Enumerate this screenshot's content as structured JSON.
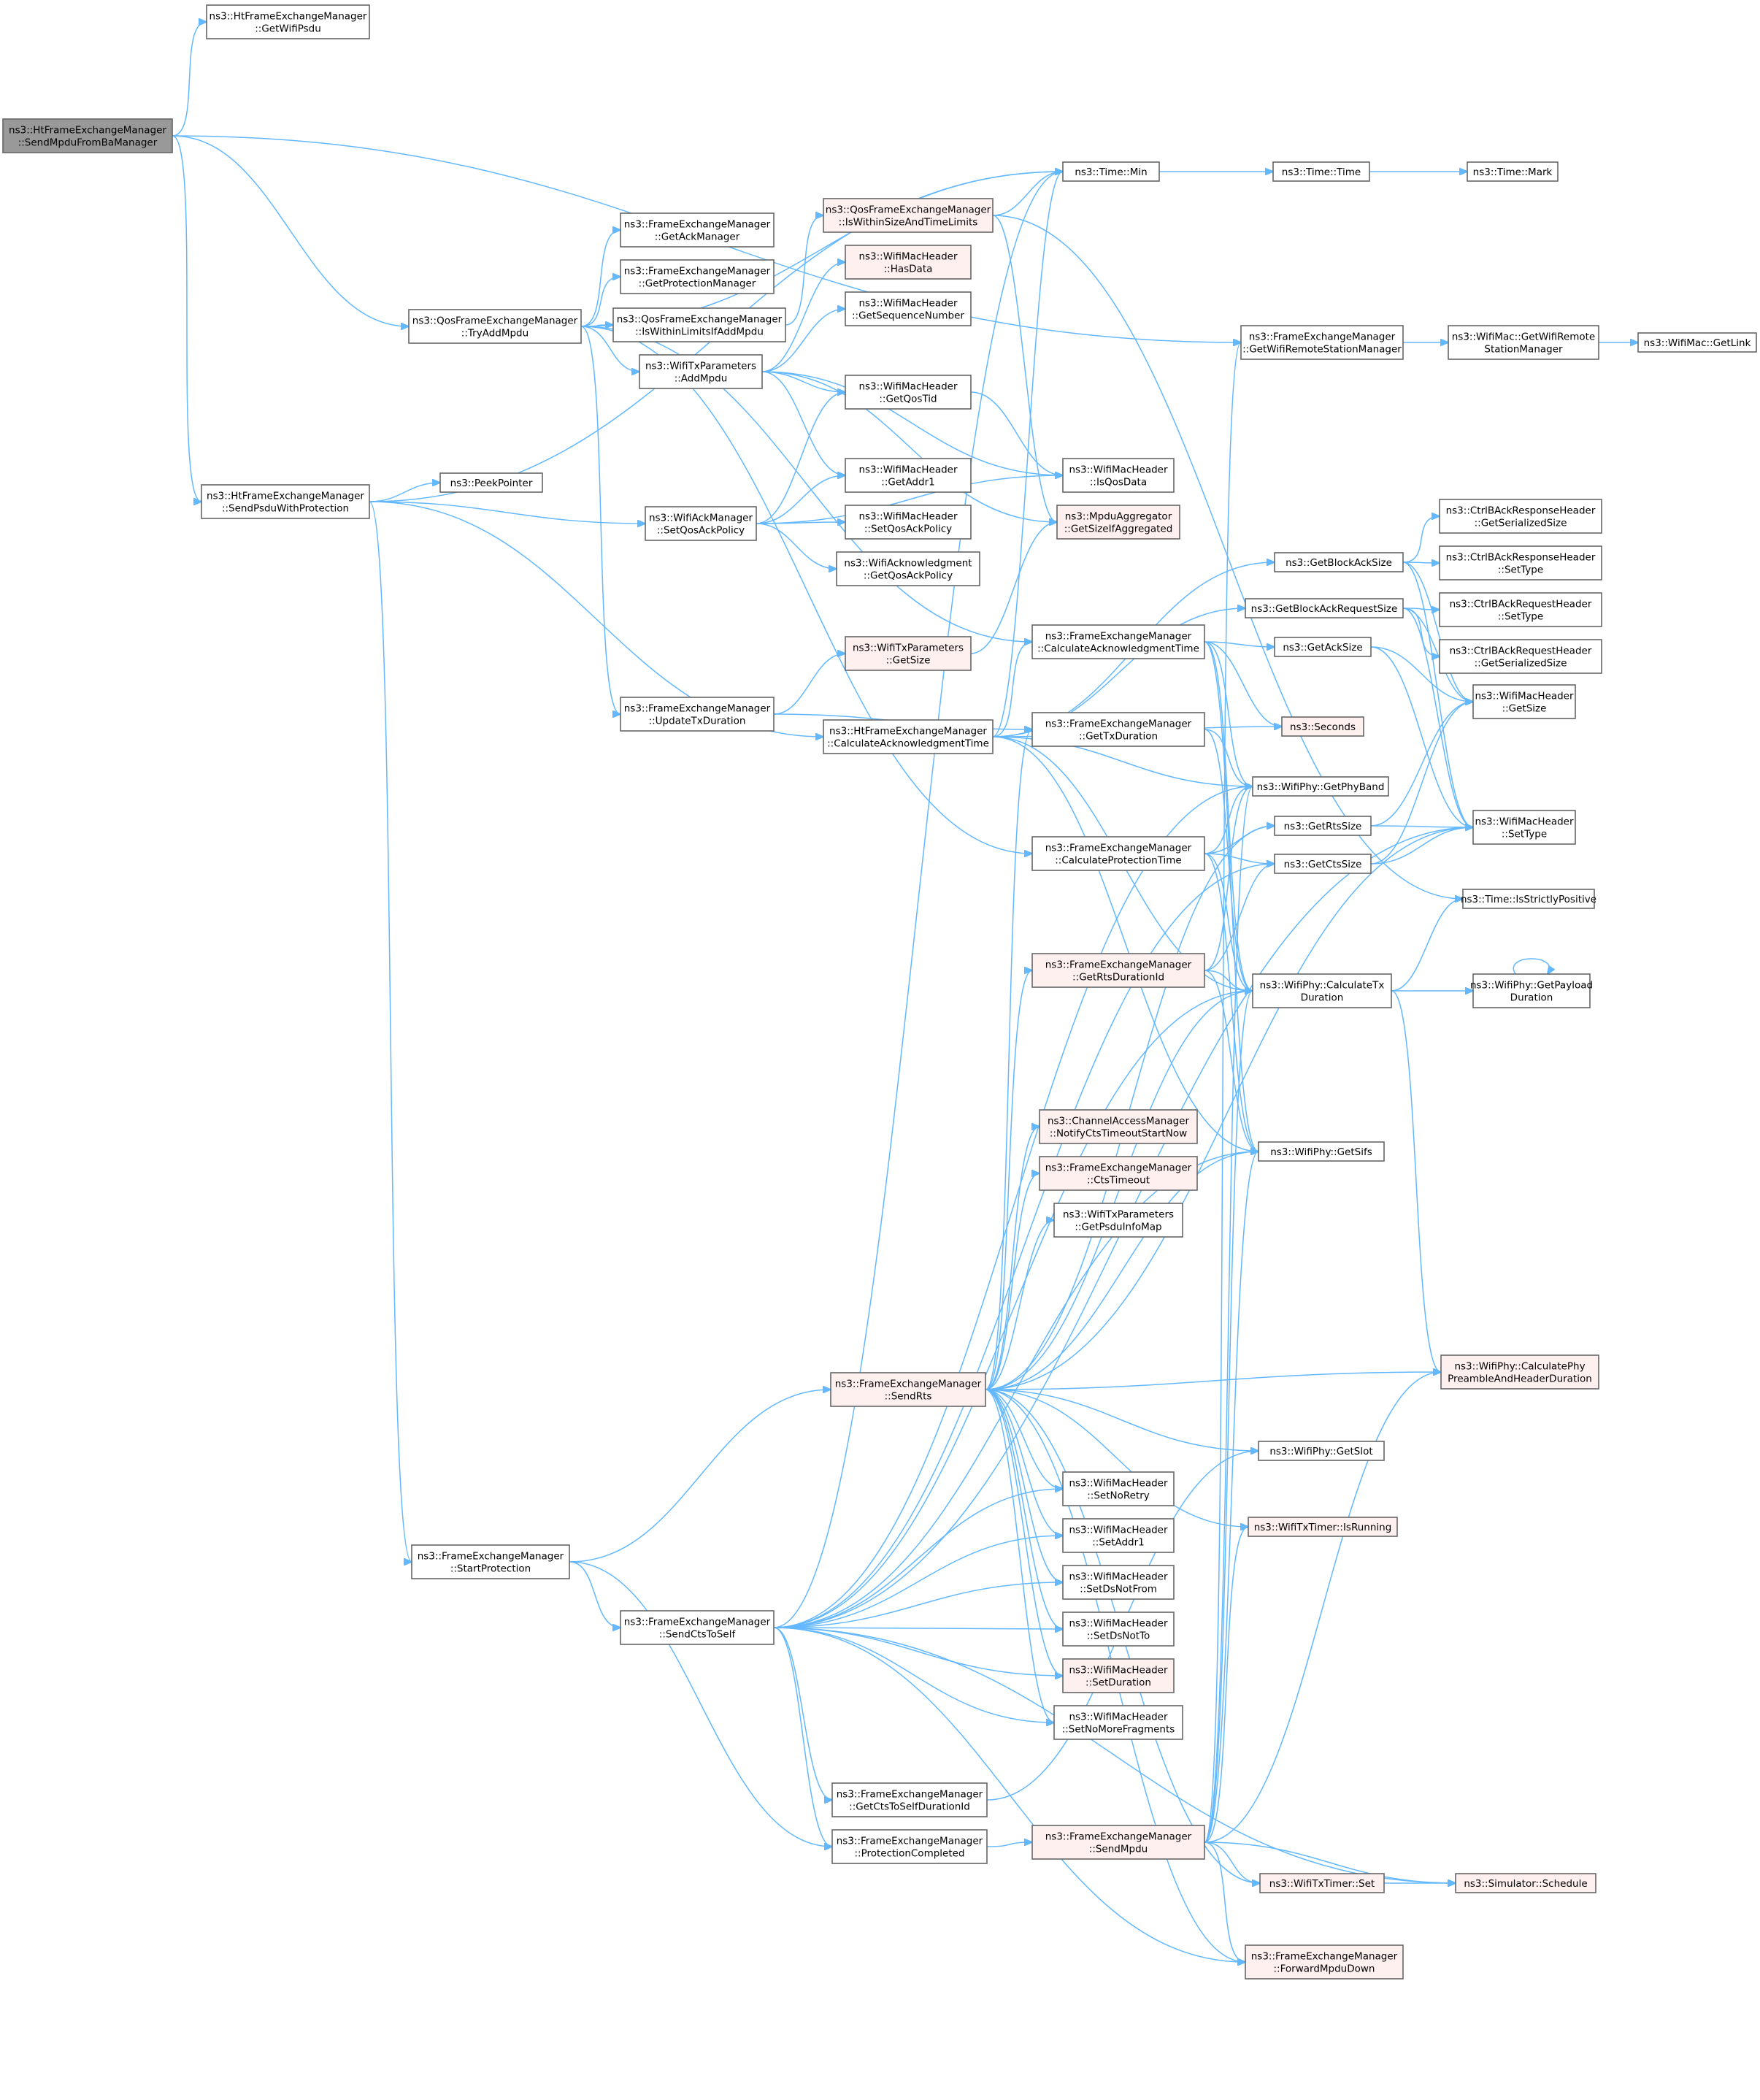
{
  "colors": {
    "edge": "#63B8FF",
    "node_fill": "#FFFFFF",
    "node_stroke": "#666666",
    "root_fill": "#999999",
    "red_fill": "#FFF0F0",
    "red_stroke": "#FF0000",
    "text": "#000000"
  },
  "nodes": [
    {
      "id": "root",
      "lines": [
        "ns3::HtFrameExchangeManager",
        "::SendMpduFromBaManager"
      ],
      "style": "root"
    },
    {
      "id": "getWifiPsdu",
      "lines": [
        "ns3::HtFrameExchangeManager",
        "::GetWifiPsdu"
      ],
      "style": "normal"
    },
    {
      "id": "tryAddMpdu",
      "lines": [
        "ns3::QosFrameExchangeManager",
        "::TryAddMpdu"
      ],
      "style": "normal"
    },
    {
      "id": "sendPsduProt",
      "lines": [
        "ns3::HtFrameExchangeManager",
        "::SendPsduWithProtection"
      ],
      "style": "normal"
    },
    {
      "id": "startProt",
      "lines": [
        "ns3::FrameExchangeManager",
        "::StartProtection"
      ],
      "style": "normal"
    },
    {
      "id": "getAckMgr",
      "lines": [
        "ns3::FrameExchangeManager",
        "::GetAckManager"
      ],
      "style": "normal"
    },
    {
      "id": "getProtMgr",
      "lines": [
        "ns3::FrameExchangeManager",
        "::GetProtectionManager"
      ],
      "style": "normal"
    },
    {
      "id": "isWithinLimits",
      "lines": [
        "ns3::QosFrameExchangeManager",
        "::IsWithinLimitsIfAddMpdu"
      ],
      "style": "normal"
    },
    {
      "id": "addMpdu",
      "lines": [
        "ns3::WifiTxParameters",
        "::AddMpdu"
      ],
      "style": "normal"
    },
    {
      "id": "updateTx",
      "lines": [
        "ns3::FrameExchangeManager",
        "::UpdateTxDuration"
      ],
      "style": "normal"
    },
    {
      "id": "peekPointer",
      "lines": [
        "ns3::PeekPointer"
      ],
      "style": "normal"
    },
    {
      "id": "setQosAckPolicy",
      "lines": [
        "ns3::WifiAckManager",
        "::SetQosAckPolicy"
      ],
      "style": "normal"
    },
    {
      "id": "sendCtsToSelf",
      "lines": [
        "ns3::FrameExchangeManager",
        "::SendCtsToSelf"
      ],
      "style": "normal"
    },
    {
      "id": "isWithinSizeTime",
      "lines": [
        "ns3::QosFrameExchangeManager",
        "::IsWithinSizeAndTimeLimits"
      ],
      "style": "red"
    },
    {
      "id": "hasData",
      "lines": [
        "ns3::WifiMacHeader",
        "::HasData"
      ],
      "style": "red"
    },
    {
      "id": "getSeqNum",
      "lines": [
        "ns3::WifiMacHeader",
        "::GetSequenceNumber"
      ],
      "style": "normal"
    },
    {
      "id": "getQosTid",
      "lines": [
        "ns3::WifiMacHeader",
        "::GetQosTid"
      ],
      "style": "normal"
    },
    {
      "id": "getAddr1",
      "lines": [
        "ns3::WifiMacHeader",
        "::GetAddr1"
      ],
      "style": "normal"
    },
    {
      "id": "setQosAckPolicyHdr",
      "lines": [
        "ns3::WifiMacHeader",
        "::SetQosAckPolicy"
      ],
      "style": "normal"
    },
    {
      "id": "getQosAckPolicy",
      "lines": [
        "ns3::WifiAcknowledgment",
        "::GetQosAckPolicy"
      ],
      "style": "normal"
    },
    {
      "id": "txParamsGetSize",
      "lines": [
        "ns3::WifiTxParameters",
        "::GetSize"
      ],
      "style": "red"
    },
    {
      "id": "htCalcAck",
      "lines": [
        "ns3::HtFrameExchangeManager",
        "::CalculateAcknowledgmentTime"
      ],
      "style": "normal"
    },
    {
      "id": "sendRts",
      "lines": [
        "ns3::FrameExchangeManager",
        "::SendRts"
      ],
      "style": "red"
    },
    {
      "id": "getCtsSelfDur",
      "lines": [
        "ns3::FrameExchangeManager",
        "::GetCtsToSelfDurationId"
      ],
      "style": "normal"
    },
    {
      "id": "protCompleted",
      "lines": [
        "ns3::FrameExchangeManager",
        "::ProtectionCompleted"
      ],
      "style": "normal"
    },
    {
      "id": "timeMin",
      "lines": [
        "ns3::Time::Min"
      ],
      "style": "normal"
    },
    {
      "id": "isQosData",
      "lines": [
        "ns3::WifiMacHeader",
        "::IsQosData"
      ],
      "style": "normal"
    },
    {
      "id": "getSizeIfAgg",
      "lines": [
        "ns3::MpduAggregator",
        "::GetSizeIfAggregated"
      ],
      "style": "red"
    },
    {
      "id": "feCalcAck",
      "lines": [
        "ns3::FrameExchangeManager",
        "::CalculateAcknowledgmentTime"
      ],
      "style": "normal"
    },
    {
      "id": "getTxDuration",
      "lines": [
        "ns3::FrameExchangeManager",
        "::GetTxDuration"
      ],
      "style": "normal"
    },
    {
      "id": "calcProt",
      "lines": [
        "ns3::FrameExchangeManager",
        "::CalculateProtectionTime"
      ],
      "style": "normal"
    },
    {
      "id": "getRtsDurId",
      "lines": [
        "ns3::FrameExchangeManager",
        "::GetRtsDurationId"
      ],
      "style": "red"
    },
    {
      "id": "notifyCts",
      "lines": [
        "ns3::ChannelAccessManager",
        "::NotifyCtsTimeoutStartNow"
      ],
      "style": "red"
    },
    {
      "id": "ctsTimeout",
      "lines": [
        "ns3::FrameExchangeManager",
        "::CtsTimeout"
      ],
      "style": "red"
    },
    {
      "id": "getPsduInfoMap",
      "lines": [
        "ns3::WifiTxParameters",
        "::GetPsduInfoMap"
      ],
      "style": "normal"
    },
    {
      "id": "setNoRetry",
      "lines": [
        "ns3::WifiMacHeader",
        "::SetNoRetry"
      ],
      "style": "normal"
    },
    {
      "id": "setAddr1",
      "lines": [
        "ns3::WifiMacHeader",
        "::SetAddr1"
      ],
      "style": "normal"
    },
    {
      "id": "setDsNotFrom",
      "lines": [
        "ns3::WifiMacHeader",
        "::SetDsNotFrom"
      ],
      "style": "normal"
    },
    {
      "id": "setDsNotTo",
      "lines": [
        "ns3::WifiMacHeader",
        "::SetDsNotTo"
      ],
      "style": "normal"
    },
    {
      "id": "setDuration",
      "lines": [
        "ns3::WifiMacHeader",
        "::SetDuration"
      ],
      "style": "red"
    },
    {
      "id": "setNoMoreFrag",
      "lines": [
        "ns3::WifiMacHeader",
        "::SetNoMoreFragments"
      ],
      "style": "normal"
    },
    {
      "id": "sendMpdu",
      "lines": [
        "ns3::FrameExchangeManager",
        "::SendMpdu"
      ],
      "style": "red"
    },
    {
      "id": "timeTime",
      "lines": [
        "ns3::Time::Time"
      ],
      "style": "normal"
    },
    {
      "id": "getWifiRSM",
      "lines": [
        "ns3::FrameExchangeManager",
        "::GetWifiRemoteStationManager"
      ],
      "style": "normal"
    },
    {
      "id": "getBlockAckSize",
      "lines": [
        "ns3::GetBlockAckSize"
      ],
      "style": "normal"
    },
    {
      "id": "getBlockAckReqSize",
      "lines": [
        "ns3::GetBlockAckRequestSize"
      ],
      "style": "normal"
    },
    {
      "id": "getAckSize",
      "lines": [
        "ns3::GetAckSize"
      ],
      "style": "normal"
    },
    {
      "id": "seconds",
      "lines": [
        "ns3::Seconds"
      ],
      "style": "red"
    },
    {
      "id": "getPhyBand",
      "lines": [
        "ns3::WifiPhy::GetPhyBand"
      ],
      "style": "normal"
    },
    {
      "id": "getRtsSize",
      "lines": [
        "ns3::GetRtsSize"
      ],
      "style": "normal"
    },
    {
      "id": "getCtsSize",
      "lines": [
        "ns3::GetCtsSize"
      ],
      "style": "normal"
    },
    {
      "id": "calcTxDur",
      "lines": [
        "ns3::WifiPhy::CalculateTx",
        "Duration"
      ],
      "style": "normal"
    },
    {
      "id": "getSifs",
      "lines": [
        "ns3::WifiPhy::GetSifs"
      ],
      "style": "normal"
    },
    {
      "id": "getSlot",
      "lines": [
        "ns3::WifiPhy::GetSlot"
      ],
      "style": "normal"
    },
    {
      "id": "isRunning",
      "lines": [
        "ns3::WifiTxTimer::IsRunning"
      ],
      "style": "red"
    },
    {
      "id": "timerSet",
      "lines": [
        "ns3::WifiTxTimer::Set"
      ],
      "style": "red"
    },
    {
      "id": "fwdMpduDown",
      "lines": [
        "ns3::FrameExchangeManager",
        "::ForwardMpduDown"
      ],
      "style": "red"
    },
    {
      "id": "timeMark",
      "lines": [
        "ns3::Time::Mark"
      ],
      "style": "normal"
    },
    {
      "id": "macGetRSM",
      "lines": [
        "ns3::WifiMac::GetWifiRemote",
        "StationManager"
      ],
      "style": "normal"
    },
    {
      "id": "ctrlBAckRespSer",
      "lines": [
        "ns3::CtrlBAckResponseHeader",
        "::GetSerializedSize"
      ],
      "style": "normal"
    },
    {
      "id": "ctrlBAckRespType",
      "lines": [
        "ns3::CtrlBAckResponseHeader",
        "::SetType"
      ],
      "style": "normal"
    },
    {
      "id": "ctrlBAckReqType",
      "lines": [
        "ns3::CtrlBAckRequestHeader",
        "::SetType"
      ],
      "style": "normal"
    },
    {
      "id": "ctrlBAckReqSer",
      "lines": [
        "ns3::CtrlBAckRequestHeader",
        "::GetSerializedSize"
      ],
      "style": "normal"
    },
    {
      "id": "hdrGetSize",
      "lines": [
        "ns3::WifiMacHeader",
        "::GetSize"
      ],
      "style": "normal"
    },
    {
      "id": "hdrSetType",
      "lines": [
        "ns3::WifiMacHeader",
        "::SetType"
      ],
      "style": "normal"
    },
    {
      "id": "isStrictlyPos",
      "lines": [
        "ns3::Time::IsStrictlyPositive"
      ],
      "style": "normal"
    },
    {
      "id": "getPayloadDur",
      "lines": [
        "ns3::WifiPhy::GetPayload",
        "Duration"
      ],
      "style": "normal"
    },
    {
      "id": "calcPhyPreamble",
      "lines": [
        "ns3::WifiPhy::CalculatePhy",
        "PreambleAndHeaderDuration"
      ],
      "style": "red"
    },
    {
      "id": "simSchedule",
      "lines": [
        "ns3::Simulator::Schedule"
      ],
      "style": "red"
    },
    {
      "id": "macGetLink",
      "lines": [
        "ns3::WifiMac::GetLink"
      ],
      "style": "normal"
    }
  ]
}
